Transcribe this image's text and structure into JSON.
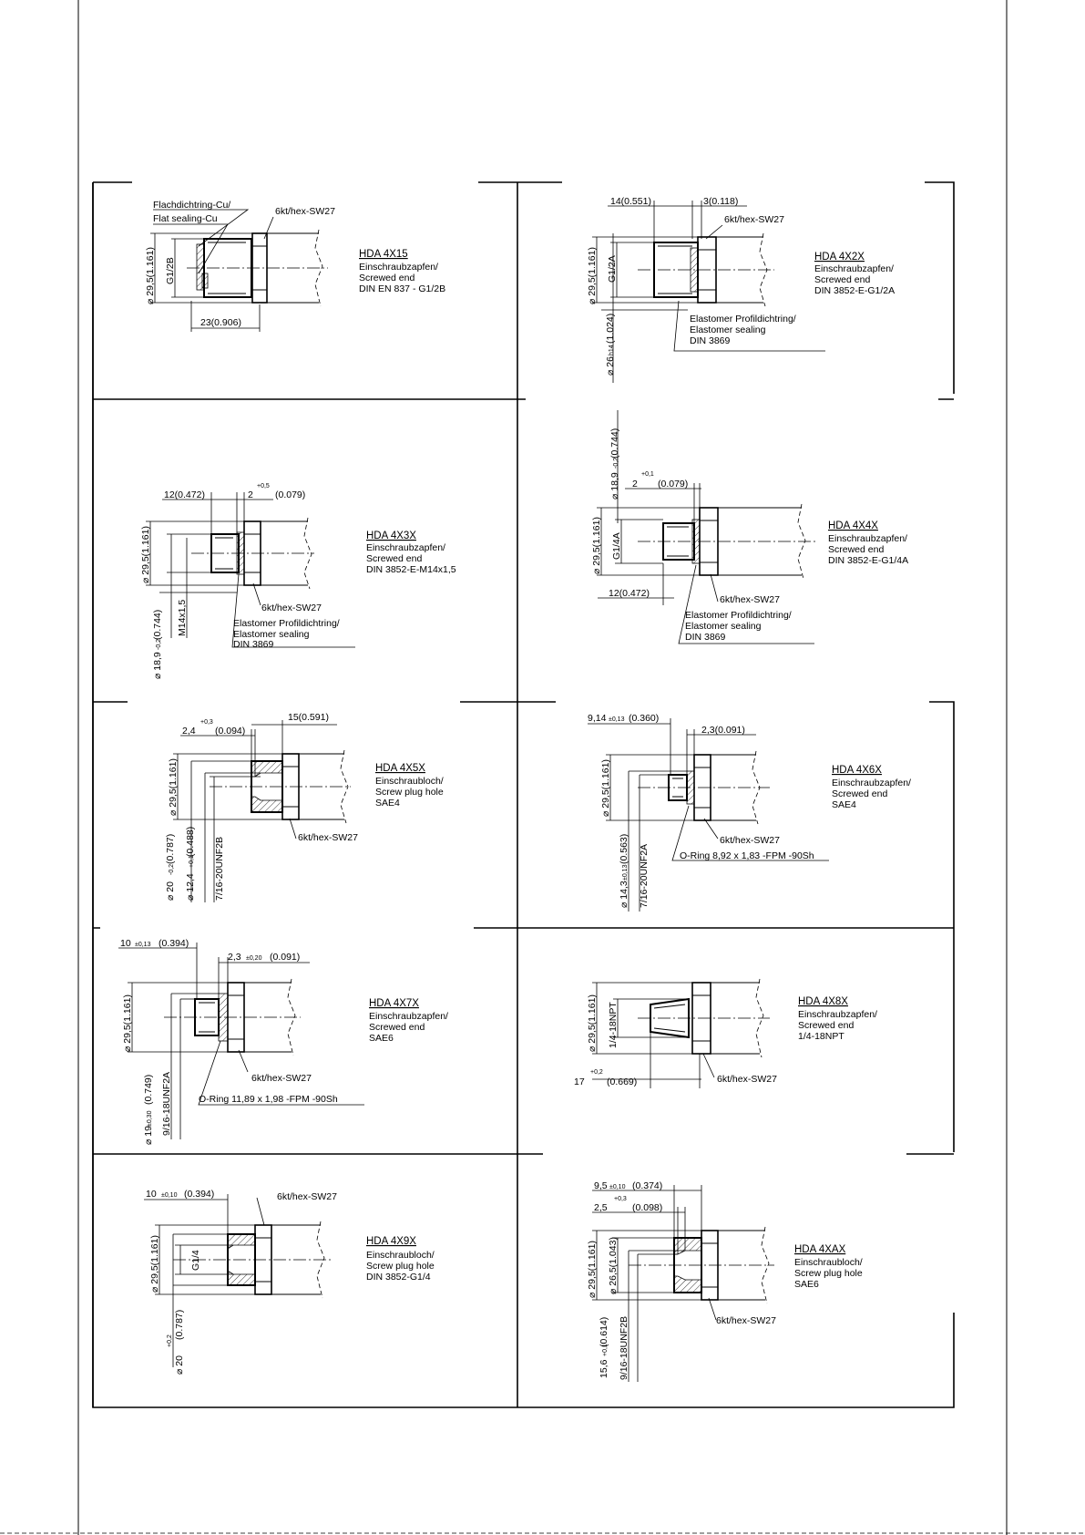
{
  "panels": [
    {
      "id": "4x15",
      "model": "HDA 4X15",
      "lines": [
        "Einschraubzapfen/",
        "Screwed end",
        "DIN EN 837 - G1/2B"
      ],
      "callouts": [
        "Flachdichtring-Cu/",
        "Flat sealing-Cu",
        "6kt/hex-SW27"
      ],
      "dims": [
        "⌀ 29,5(1.161)",
        "G1/2B",
        "23(0.906)"
      ]
    },
    {
      "id": "4x2x",
      "model": "HDA 4X2X",
      "lines": [
        "Einschraubzapfen/",
        "Screwed end",
        "DIN 3852-E-G1/2A"
      ],
      "callouts": [
        "6kt/hex-SW27",
        "Elastomer Profildichtring/",
        "Elastomer sealing",
        "DIN 3869"
      ],
      "dims": [
        "14(0.551)",
        "3(0.118)",
        "⌀ 29,5(1.161)",
        "G1/2A",
        "⌀ 26",
        "h14",
        "(1.024)"
      ]
    },
    {
      "id": "4x3x",
      "model": "HDA 4X3X",
      "lines": [
        "Einschraubzapfen/",
        "Screwed end",
        "DIN 3852-E-M14x1,5"
      ],
      "callouts": [
        "6kt/hex-SW27",
        "Elastomer Profildichtring/",
        "Elastomer sealing",
        "DIN 3869"
      ],
      "dims": [
        "12(0.472)",
        "2",
        "+0,5",
        "(0.079)",
        "⌀ 29,5(1.161)",
        "M14x1,5",
        "⌀ 18,9",
        "-0,2",
        "(0.744)"
      ]
    },
    {
      "id": "4x4x",
      "model": "HDA 4X4X",
      "lines": [
        "Einschraubzapfen/",
        "Screwed end",
        "DIN 3852-E-G1/4A"
      ],
      "callouts": [
        "6kt/hex-SW27",
        "Elastomer Profildichtring/",
        "Elastomer sealing",
        "DIN 3869"
      ],
      "dims": [
        "⌀ 18,9",
        "-0,2",
        "(0.744)",
        "2",
        "+0,1",
        "(0.079)",
        "⌀ 29,5(1.161)",
        "G1/4A",
        "12(0.472)"
      ]
    },
    {
      "id": "4x5x",
      "model": "HDA 4X5X",
      "lines": [
        "Einschraubloch/",
        "Screw plug hole",
        "SAE4"
      ],
      "callouts": [
        "6kt/hex-SW27"
      ],
      "dims": [
        "2,4",
        "+0,3",
        "(0.094)",
        "15(0.591)",
        "⌀ 29,5(1.161)",
        "⌀ 20",
        "-0,2",
        "(0.787)",
        "⌀ 12,4",
        "+0,1",
        "(0.488)",
        "7/16-20UNF2B"
      ]
    },
    {
      "id": "4x6x",
      "model": "HDA 4X6X",
      "lines": [
        "Einschraubzapfen/",
        "Screwed end",
        "SAE4"
      ],
      "callouts": [
        "6kt/hex-SW27",
        "O-Ring 8,92 x 1,83 -FPM -90Sh"
      ],
      "dims": [
        "9,14",
        "±0,13",
        "(0.360)",
        "2,3(0.091)",
        "⌀ 29,5(1.161)",
        "⌀ 14,3",
        "±0,13",
        "(0.563)",
        "7/16-20UNF2A"
      ]
    },
    {
      "id": "4x7x",
      "model": "HDA 4X7X",
      "lines": [
        "Einschraubzapfen/",
        "Screwed end",
        "SAE6"
      ],
      "callouts": [
        "6kt/hex-SW27",
        "O-Ring 11,89 x 1,98 -FPM -90Sh"
      ],
      "dims": [
        "10",
        "±0,13",
        "(0.394)",
        "2,3",
        "±0,20",
        "(0.091)",
        "⌀ 29,5(1.161)",
        "⌀ 19",
        "±0,30",
        "(0.749)",
        "9/16-18UNF2A"
      ]
    },
    {
      "id": "4x8x",
      "model": "HDA 4X8X",
      "lines": [
        "Einschraubzapfen/",
        "Screwed end",
        "1/4-18NPT"
      ],
      "callouts": [
        "6kt/hex-SW27"
      ],
      "dims": [
        "⌀ 29,5(1.161)",
        "1/4-18NPT",
        "17",
        "+0,2",
        "(0.669)"
      ]
    },
    {
      "id": "4x9x",
      "model": "HDA 4X9X",
      "lines": [
        "Einschraubloch/",
        "Screw plug hole",
        "DIN 3852-G1/4"
      ],
      "callouts": [
        "6kt/hex-SW27"
      ],
      "dims": [
        "10",
        "±0,10",
        "(0.394)",
        "⌀ 29,5(1.161)",
        "G1/4",
        "⌀ 20",
        "+0,2",
        "(0.787)"
      ]
    },
    {
      "id": "4xax",
      "model": "HDA 4XAX",
      "lines": [
        "Einschraubloch/",
        "Screw plug hole",
        "SAE6"
      ],
      "callouts": [
        "6kt/hex-SW27"
      ],
      "dims": [
        "9,5",
        "±0,10",
        "(0.374)",
        "2,5",
        "+0,3",
        "(0.098)",
        "⌀ 29,5(1.161)",
        "⌀ 26,5(1.043)",
        "15,6",
        "+0,1",
        "(0.614)",
        "9/16-18UNF2B"
      ]
    }
  ]
}
